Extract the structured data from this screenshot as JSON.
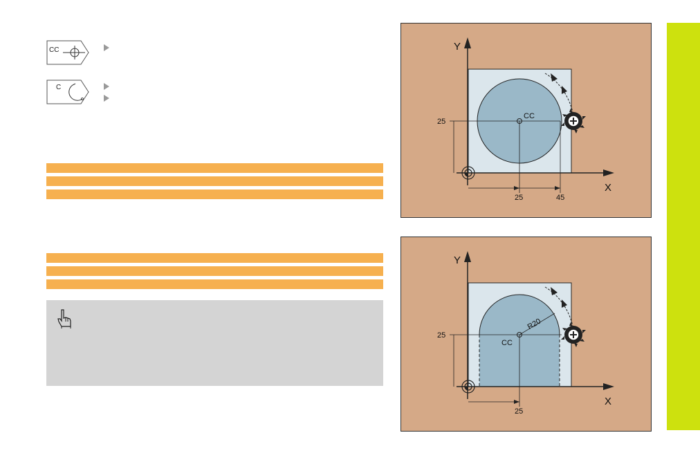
{
  "keys": {
    "cc_key": {
      "label": "CC"
    },
    "c_key": {
      "label": "C"
    }
  },
  "figure1": {
    "axis_y": "Y",
    "axis_x": "X",
    "center_label": "CC",
    "y_dim": "25",
    "x_dim_center": "25",
    "x_dim_end": "45"
  },
  "figure2": {
    "axis_y": "Y",
    "axis_x": "X",
    "center_label": "CC",
    "radius_label": "R20",
    "y_dim": "25",
    "x_dim_center": "25"
  },
  "colors": {
    "page_bg": "#ffffff",
    "bar_orange": "#f6b04f",
    "note_gray": "#d4d4d4",
    "figure_bg": "#d5a987",
    "workpiece": "#dbe6ec",
    "circle_fill": "#9ab8c8",
    "side_tab": "#cde10e"
  },
  "icons": {
    "note": "pointing-hand-icon",
    "bullet": "triangle-arrow-icon",
    "tool": "milling-cutter-icon"
  }
}
